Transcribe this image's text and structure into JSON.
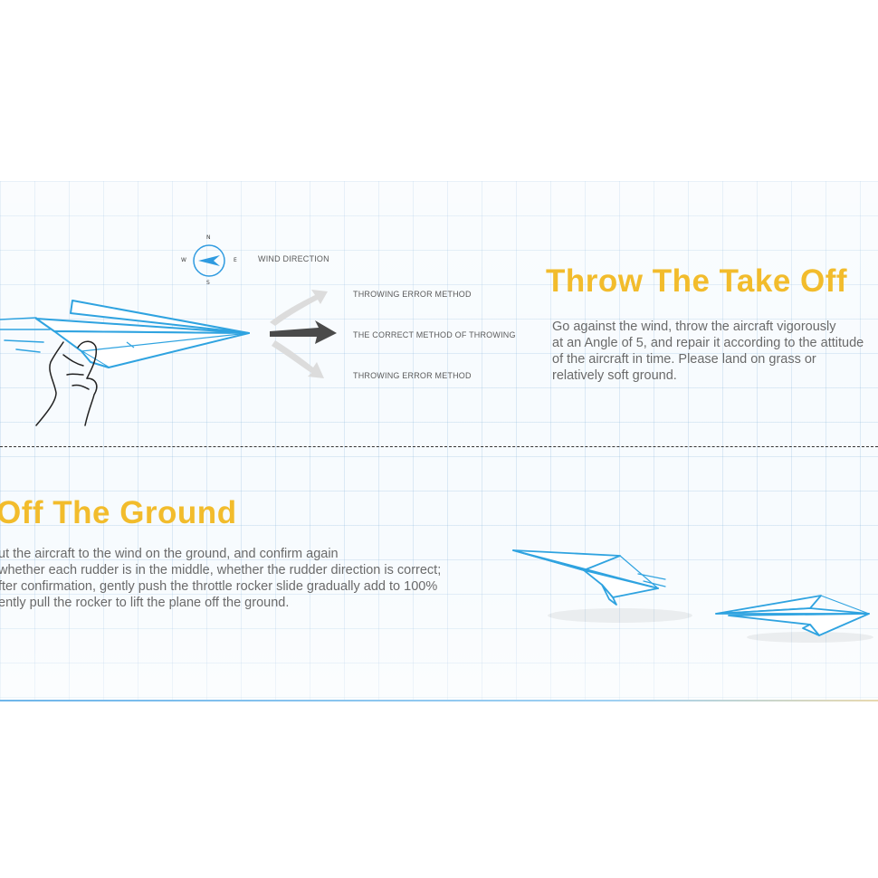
{
  "wind": {
    "label": "WIND DIRECTION",
    "compass": {
      "n": "N",
      "s": "S",
      "e": "E",
      "w": "W"
    }
  },
  "throw_methods": {
    "error_top": "THROWING ERROR METHOD",
    "correct": "THE CORRECT METHOD OF THROWING",
    "error_bottom": "THROWING ERROR METHOD"
  },
  "section_takeoff": {
    "title": "Throw The Take Off",
    "body": "Go against the wind, throw the aircraft vigorously\nat an Angle of 5, and repair it according to the attitude\nof the aircraft in time. Please land on grass or\nrelatively soft ground."
  },
  "section_ground": {
    "title": "Off The Ground",
    "body": "ut the aircraft to the wind on the ground, and confirm again\nwhether each rudder is in the middle, whether the rudder direction is correct;\nfter confirmation, gently push the throttle rocker slide gradually add to 100%\nently pull the rocker to lift the plane off the ground."
  },
  "colors": {
    "accent": "#f2bc2c",
    "plane_blue": "#2fa3e0",
    "text_gray": "#6a6a6a"
  }
}
